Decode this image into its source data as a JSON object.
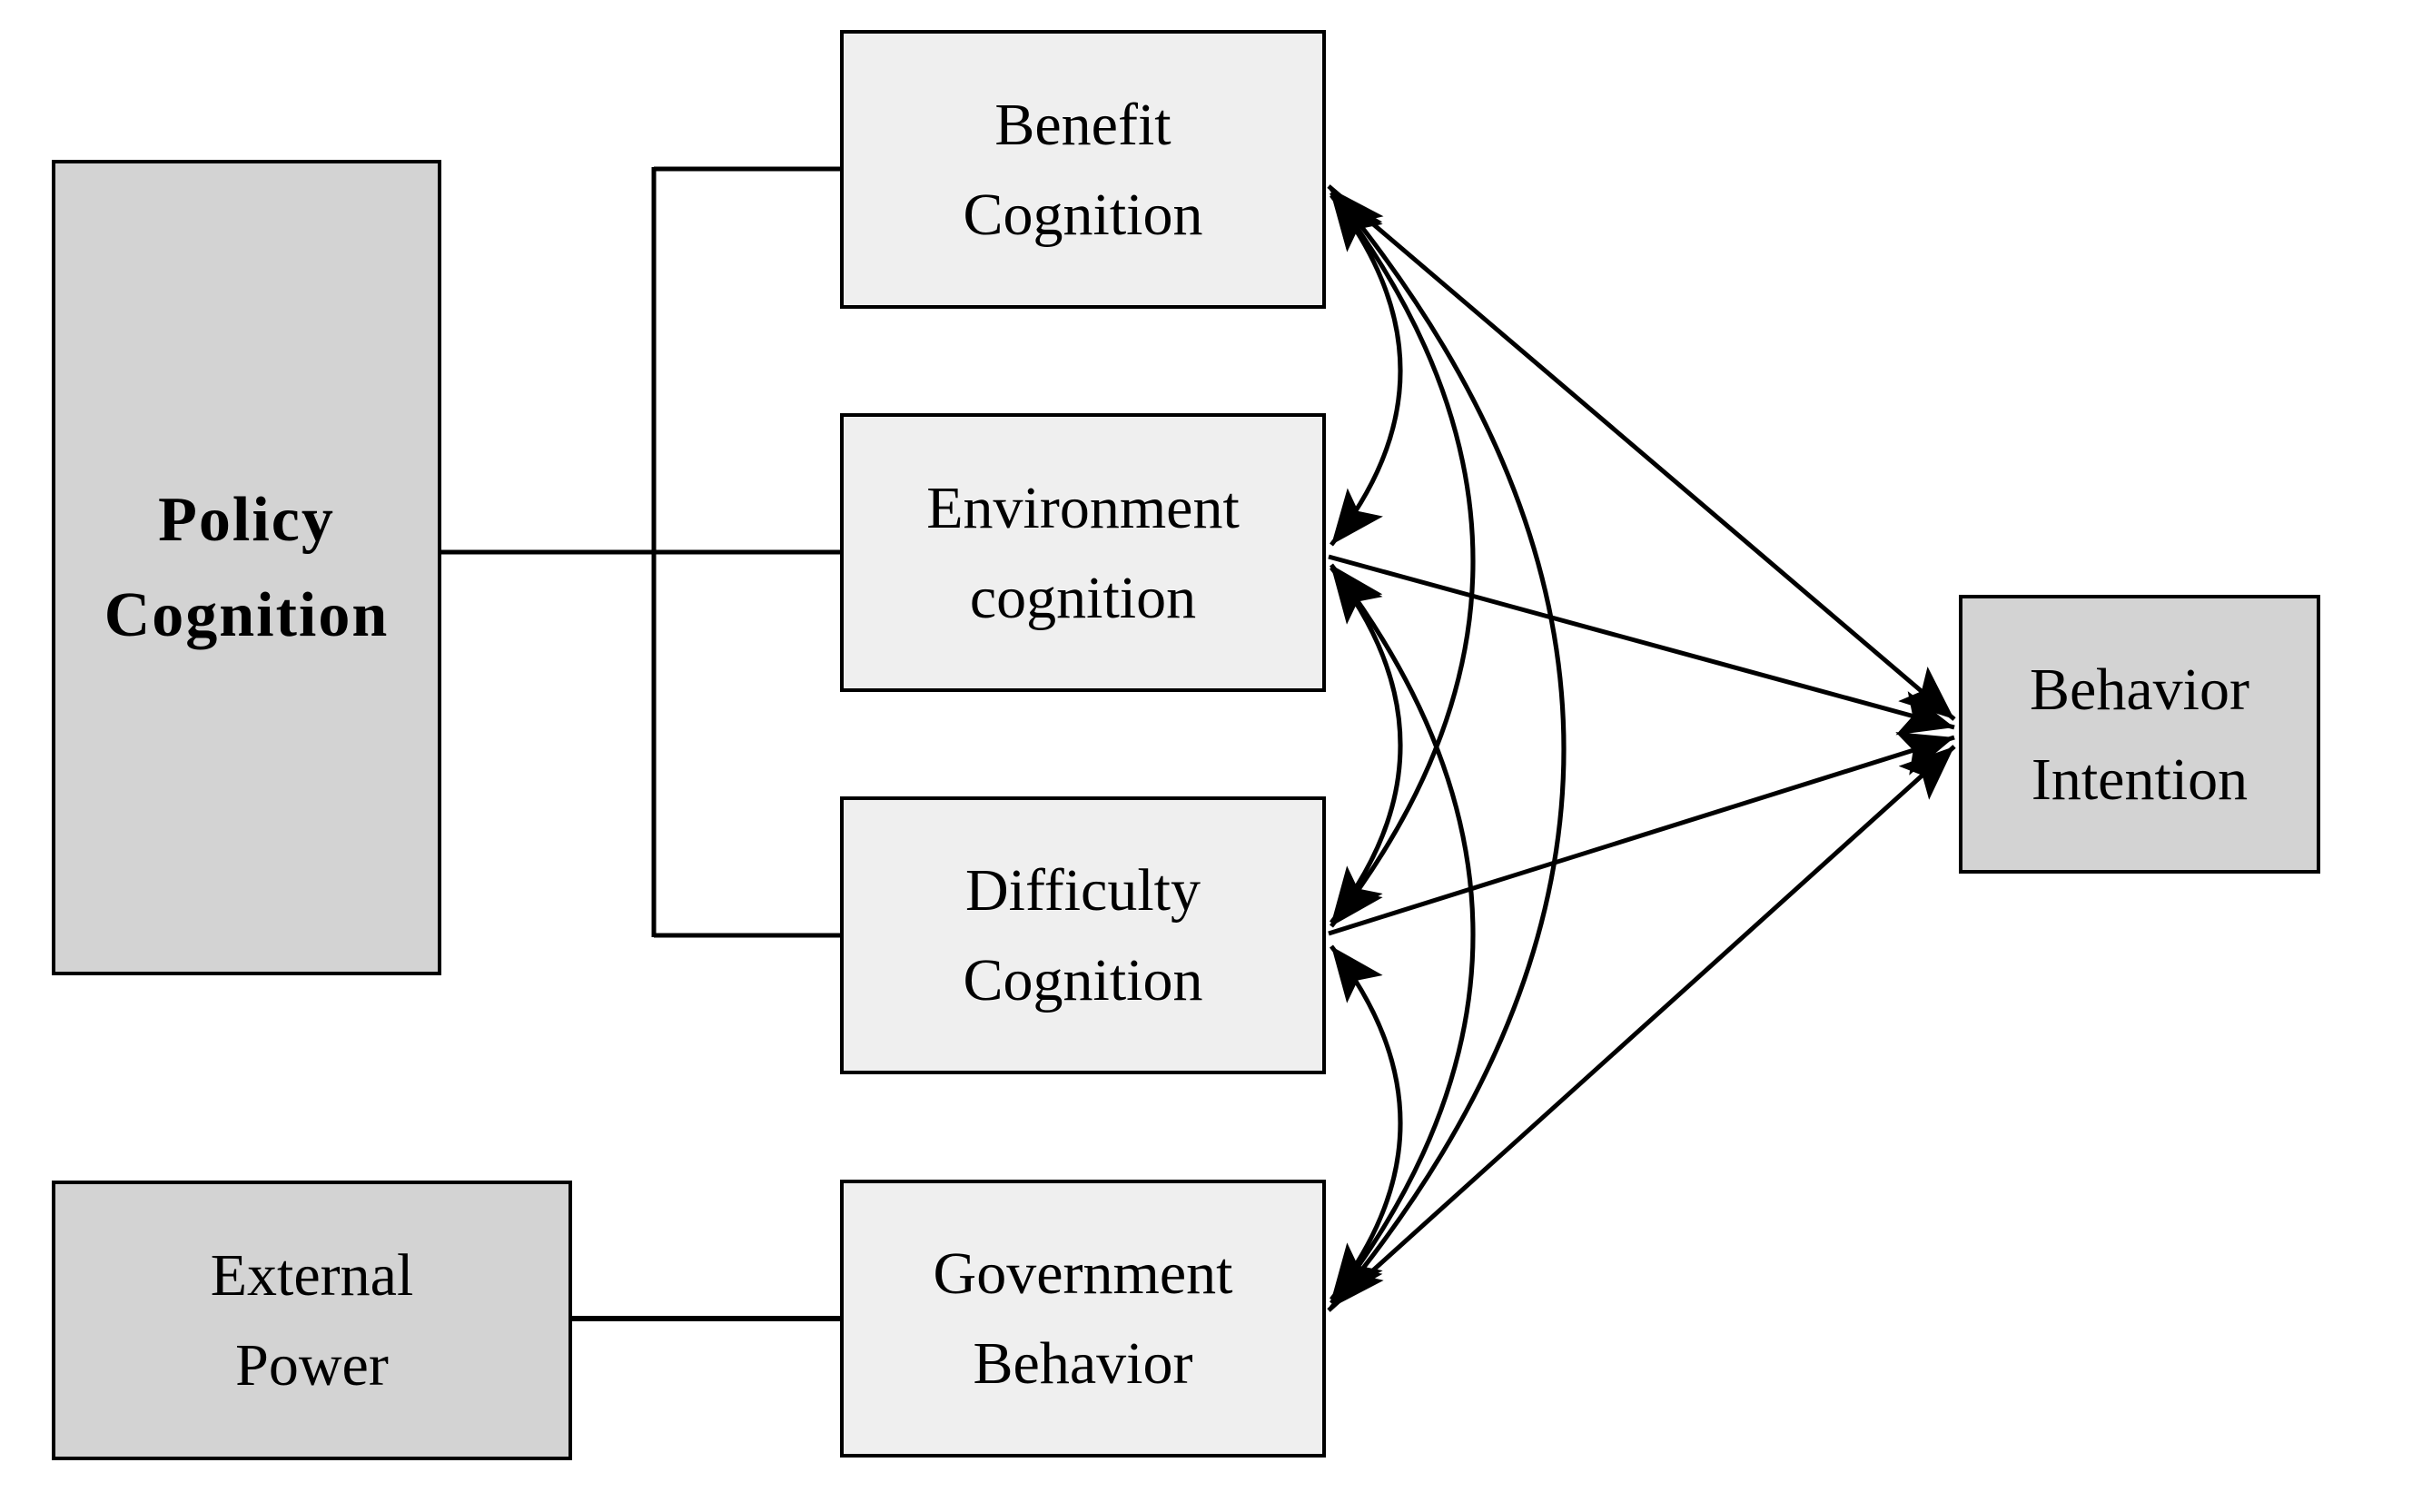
{
  "colors": {
    "side-fill": "#d3d3d3",
    "mid-fill": "#efefef",
    "stroke": "#000000",
    "bg": "#ffffff",
    "text": "#000000"
  },
  "nodes": {
    "policy": {
      "line1": "Policy",
      "line2": "Cognition"
    },
    "external": {
      "line1": "External",
      "line2": "Power"
    },
    "benefit": {
      "line1": "Benefit",
      "line2": "Cognition"
    },
    "environment": {
      "line1": "Environment",
      "line2": "cognition"
    },
    "difficulty": {
      "line1": "Difficulty",
      "line2": "Cognition"
    },
    "government": {
      "line1": "Government",
      "line2": "Behavior"
    },
    "intention": {
      "line1": "Behavior",
      "line2": "Intention"
    }
  },
  "edges": {
    "links": [
      {
        "from": "policy",
        "to": "benefit",
        "type": "plain-line"
      },
      {
        "from": "policy",
        "to": "environment",
        "type": "plain-line"
      },
      {
        "from": "policy",
        "to": "difficulty",
        "type": "plain-line"
      },
      {
        "from": "external",
        "to": "government",
        "type": "plain-line"
      }
    ],
    "arrows": [
      {
        "from": "benefit",
        "to": "intention",
        "type": "single-headed"
      },
      {
        "from": "environment",
        "to": "intention",
        "type": "single-headed"
      },
      {
        "from": "difficulty",
        "to": "intention",
        "type": "single-headed"
      },
      {
        "from": "government",
        "to": "intention",
        "type": "single-headed"
      }
    ],
    "covariances": [
      {
        "a": "benefit",
        "b": "environment",
        "type": "double-headed-arc"
      },
      {
        "a": "environment",
        "b": "difficulty",
        "type": "double-headed-arc"
      },
      {
        "a": "difficulty",
        "b": "government",
        "type": "double-headed-arc"
      },
      {
        "a": "benefit",
        "b": "difficulty",
        "type": "double-headed-arc"
      },
      {
        "a": "environment",
        "b": "government",
        "type": "double-headed-arc"
      },
      {
        "a": "benefit",
        "b": "government",
        "type": "double-headed-arc"
      }
    ]
  }
}
